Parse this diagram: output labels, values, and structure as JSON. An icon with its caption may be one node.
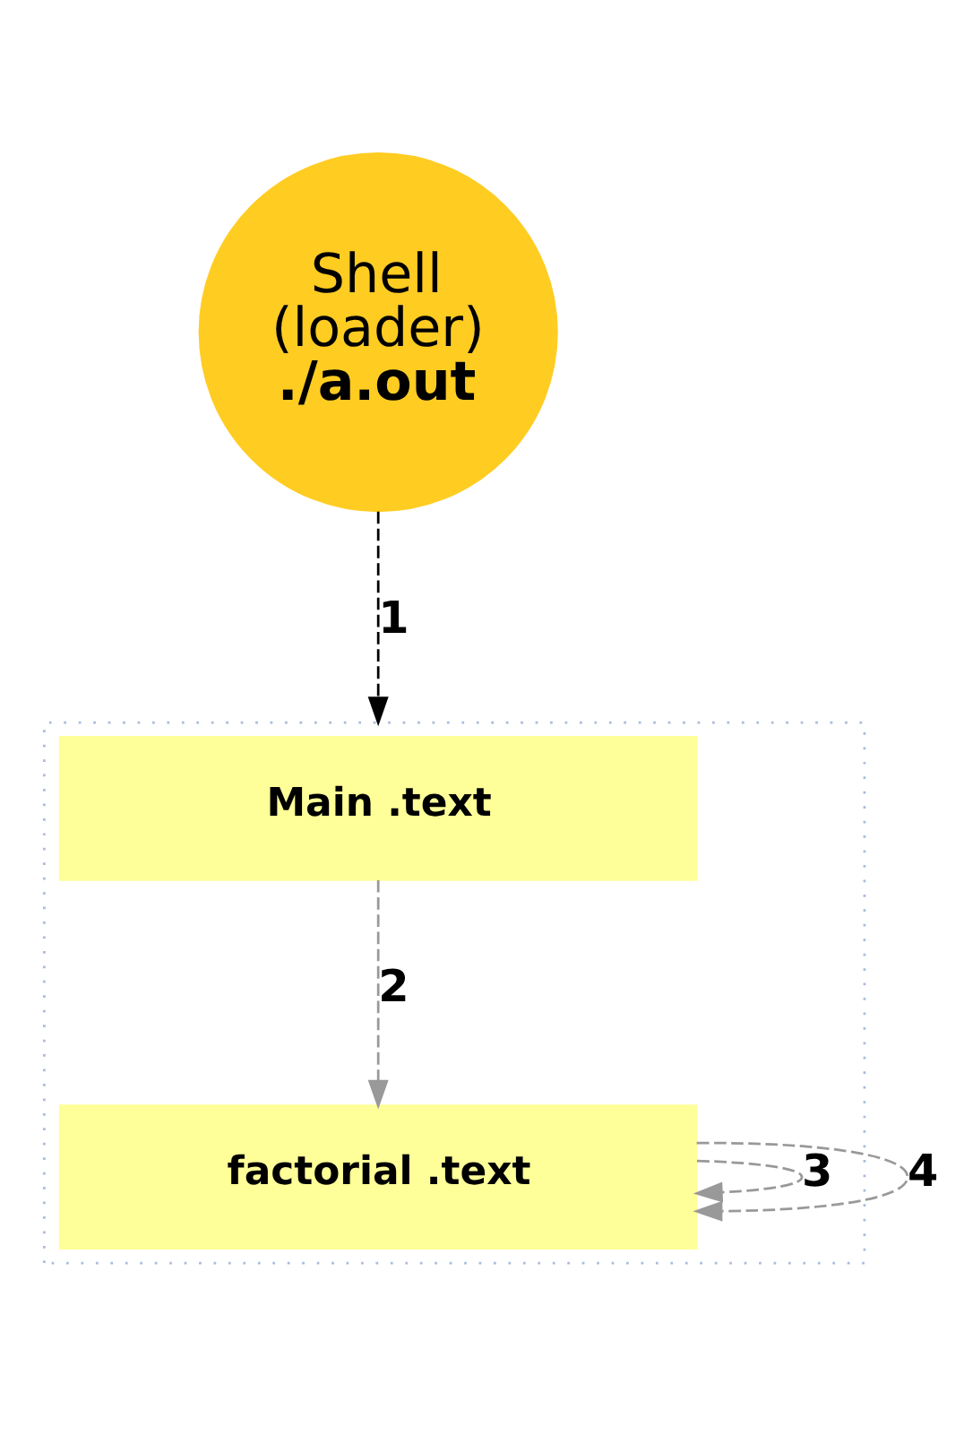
{
  "diagram": {
    "nodes": [
      {
        "text": [
          "Shell",
          "(loader)",
          "./a.out"
        ]
      },
      {
        "text": [],
        "shape": "box"
      },
      {
        "text": [
          "Main .text"
        ],
        "in": 1
      },
      {
        "text": [
          "factorial .text"
        ],
        "in": 1
      }
    ],
    "edges": [
      {
        "from": 0,
        "to": 1,
        "arrow": "to",
        "label": "1",
        "style": "dashed",
        "color": "#000000"
      },
      {
        "from": 2,
        "to": 3,
        "arrow": "to",
        "label": "2",
        "style": "dashed"
      },
      {
        "from": 3,
        "to": 3,
        "arrow": "to",
        "label": "3",
        "style": "dashed"
      },
      {
        "from": 3,
        "to": 3,
        "arrow": "to",
        "label": "4",
        "style": "dashed"
      }
    ]
  }
}
